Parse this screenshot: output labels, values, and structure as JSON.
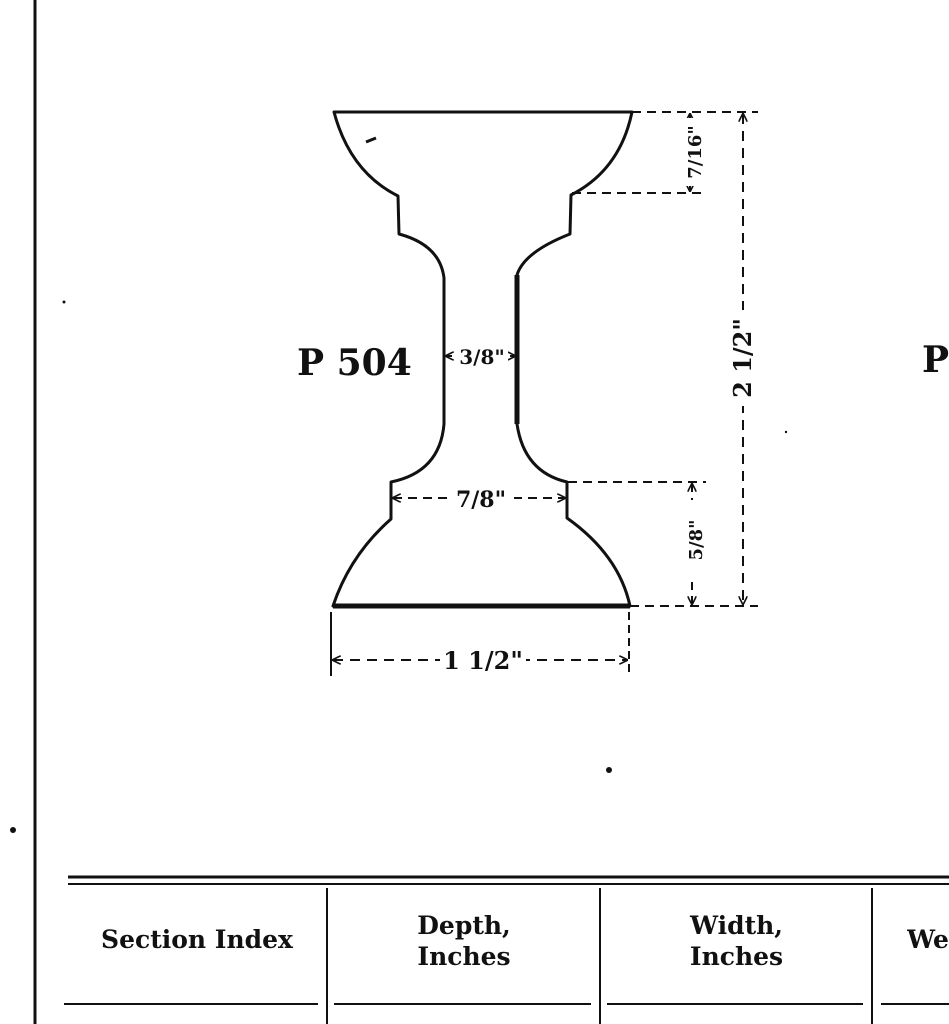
{
  "figure": {
    "section_label": "P 504",
    "partial_next_label": "P",
    "dimensions": {
      "top_flange_depth": "7/16\"",
      "overall_depth": "2 1/2\"",
      "web_thickness": "3/8\"",
      "flange_neck_width": "7/8\"",
      "bottom_flange_depth": "5/8\"",
      "base_width": "1 1/2\""
    }
  },
  "table": {
    "headers": [
      {
        "line1": "Section Index",
        "line2": ""
      },
      {
        "line1": "Depth,",
        "line2": "Inches"
      },
      {
        "line1": "Width,",
        "line2": "Inches"
      },
      {
        "line1": "We",
        "line2": ""
      }
    ]
  }
}
